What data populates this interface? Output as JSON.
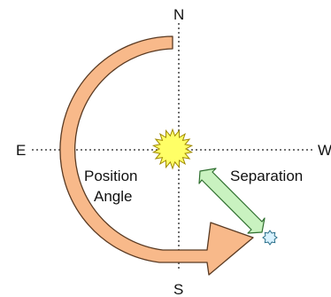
{
  "compass": {
    "north": "N",
    "south": "S",
    "east": "E",
    "west": "W"
  },
  "labels": {
    "position_angle_line1": "Position",
    "position_angle_line2": "Angle",
    "separation": "Separation"
  },
  "colors": {
    "arc_fill": "#f8b98a",
    "arc_stroke": "#5a3a22",
    "primary_star_fill": "#ffff66",
    "primary_star_stroke": "#a08a00",
    "companion_star_fill": "#d9f2ff",
    "companion_star_stroke": "#2a6f8a",
    "separation_arrow_fill": "#c9f2c0",
    "separation_arrow_stroke": "#2f6f2f",
    "axis_color": "#222222"
  }
}
